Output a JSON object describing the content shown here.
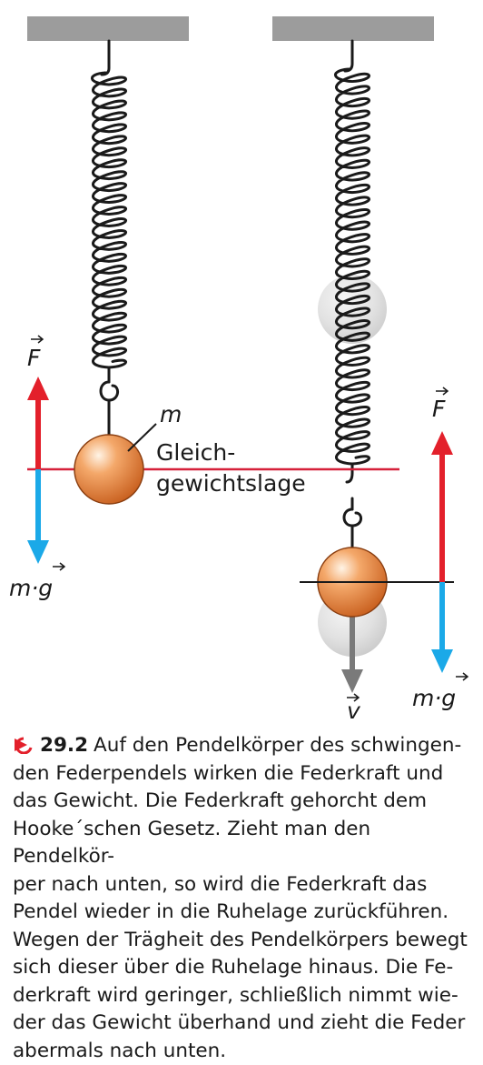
{
  "figure": {
    "labels": {
      "force_left": "F",
      "force_right": "F",
      "weight_left": "m·g",
      "weight_right": "m·g",
      "mass": "m",
      "equilibrium_line1": "Gleich-",
      "equilibrium_line2": "gewichtslage",
      "velocity": "v"
    },
    "colors": {
      "force_arrow": "#e3202b",
      "weight_arrow": "#1ba9e8",
      "equilibrium_line": "#d6213a",
      "ceiling": "#9c9c9c",
      "ball": "#e8843f",
      "velocity_arrow": "#7a7a7a"
    }
  },
  "caption": {
    "icon": "play-circle-icon",
    "number": "29.2",
    "lines": [
      "Auf den Pendelkörper des schwingen-",
      "den Federpendels wirken die Federkraft und",
      "das Gewicht. Die Federkraft gehorcht dem",
      "Hooke´schen Gesetz. Zieht man den Pendelkör-",
      "per nach unten, so wird die Federkraft das",
      "Pendel wieder in die Ruhelage zurückführen.",
      "Wegen der Trägheit des Pendelkörpers bewegt",
      "sich dieser über die Ruhelage hinaus. Die Fe-",
      "derkraft wird geringer, schließlich nimmt wie-",
      "der das Gewicht überhand und zieht die Feder",
      "abermals nach unten."
    ]
  }
}
